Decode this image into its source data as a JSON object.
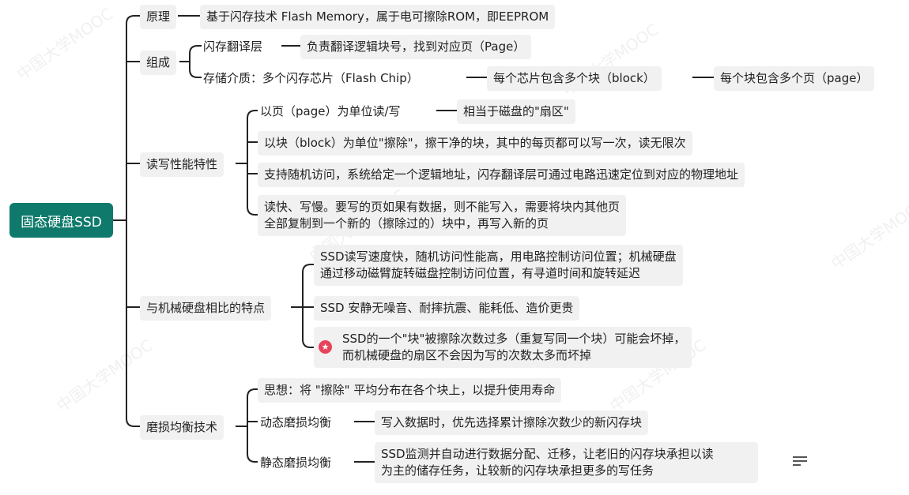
{
  "root": "固态硬盘SSD",
  "n1": {
    "label": "原理",
    "child": "基于闪存技术 Flash Memory，属于电可擦除ROM，即EEPROM"
  },
  "n2": {
    "label": "组成",
    "c1": "闪存翻译层",
    "c1a": "负责翻译逻辑块号，找到对应页（Page）",
    "c2": "存储介质：多个闪存芯片（Flash Chip）",
    "c2a": "每个芯片包含多个块（block）",
    "c2b": "每个块包含多个页（page）"
  },
  "n3": {
    "label": "读写性能特性",
    "c1": "以页（page）为单位读/写",
    "c1a": "相当于磁盘的\"扇区\"",
    "c2": "以块（block）为单位\"擦除\"，擦干净的块，其中的每页都可以写一次，读无限次",
    "c3": "支持随机访问，系统给定一个逻辑地址，闪存翻译层可通过电路迅速定位到对应的物理地址",
    "c4_l1": "读快、写慢。要写的页如果有数据，则不能写入，需要将块内其他页",
    "c4_l2": "全部复制到一个新的（擦除过的）块中，再写入新的页"
  },
  "n4": {
    "label": "与机械硬盘相比的特点",
    "c1_l1": "SSD读写速度快，随机访问性能高，用电路控制访问位置；机械硬盘",
    "c1_l2": "通过移动磁臂旋转磁盘控制访问位置，有寻道时间和旋转延迟",
    "c2": "SSD 安静无噪音、耐摔抗震、能耗低、造价更贵",
    "c3_l1": "SSD的一个\"块\"被擦除次数过多（重复写同一个块）可能会坏掉，",
    "c3_l2": "而机械硬盘的扇区不会因为写的次数太多而坏掉"
  },
  "n5": {
    "label": "磨损均衡技术",
    "c1": "思想：将 \"擦除\" 平均分布在各个块上，以提升使用寿命",
    "c2": "动态磨损均衡",
    "c2a": "写入数据时，优先选择累计擦除次数少的新闪存块",
    "c3": "静态磨损均衡",
    "c3a_l1": "SSD监测并自动进行数据分配、迁移，让老旧的闪存块承担以读",
    "c3a_l2": "为主的储存任务，让较新的闪存块承担更多的写任务"
  },
  "icons": {
    "star": "star-icon",
    "menu": "menu-icon"
  },
  "colors": {
    "root": "#0f7a6c",
    "line": "#222222",
    "star": "#e8425a"
  }
}
